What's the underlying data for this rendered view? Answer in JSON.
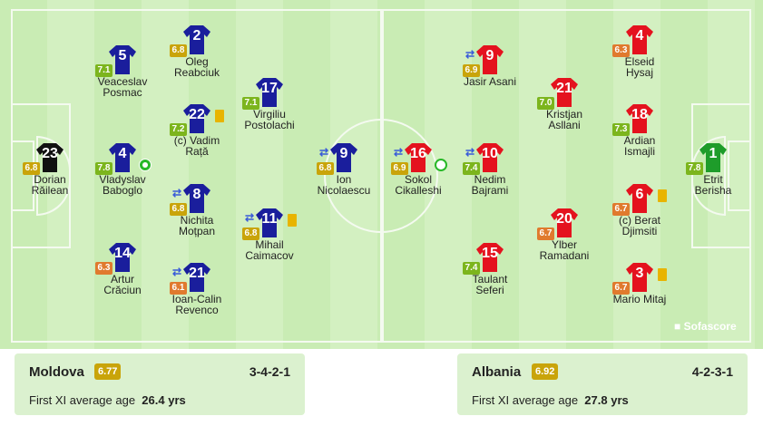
{
  "colors": {
    "moldova_shirt": "#1a1e9c",
    "albania_shirt": "#e4121e",
    "gk_moldova": "#111111",
    "gk_albania": "#1e9c2a",
    "rating_high": "#7cb51d",
    "rating_mid": "#c9a40a",
    "rating_low": "#e07a2e"
  },
  "moldova": {
    "name": "Moldova",
    "rating": "6.77",
    "formation": "3-4-2-1",
    "age_label": "First XI average age",
    "age_value": "26.4 yrs",
    "players": [
      {
        "num": "23",
        "name1": "Dorian",
        "name2": "Răilean",
        "rating": "6.8",
        "band": "mid",
        "gk": true,
        "sub": false,
        "card": false,
        "goal": false
      },
      {
        "num": "5",
        "name1": "Veaceslav",
        "name2": "Posmac",
        "rating": "7.1",
        "band": "high",
        "sub": false,
        "card": false,
        "goal": false
      },
      {
        "num": "4",
        "name1": "Vladyslav",
        "name2": "Baboglo",
        "rating": "7.8",
        "band": "high",
        "sub": false,
        "card": false,
        "goal": true
      },
      {
        "num": "14",
        "name1": "Artur",
        "name2": "Crăciun",
        "rating": "6.3",
        "band": "low",
        "sub": false,
        "card": false,
        "goal": false
      },
      {
        "num": "2",
        "name1": "Oleg",
        "name2": "Reabciuk",
        "rating": "6.8",
        "band": "mid",
        "sub": false,
        "card": false,
        "goal": false
      },
      {
        "num": "22",
        "name1": "(c) Vadim",
        "name2": "Rață",
        "rating": "7.2",
        "band": "high",
        "sub": false,
        "card": true,
        "goal": false
      },
      {
        "num": "8",
        "name1": "Nichita",
        "name2": "Moțpan",
        "rating": "6.8",
        "band": "mid",
        "sub": true,
        "card": false,
        "goal": false
      },
      {
        "num": "21",
        "name1": "Ioan-Calin",
        "name2": "Revenco",
        "rating": "6.1",
        "band": "low",
        "sub": true,
        "card": false,
        "goal": false
      },
      {
        "num": "17",
        "name1": "Virgiliu",
        "name2": "Postolachi",
        "rating": "7.1",
        "band": "high",
        "sub": false,
        "card": false,
        "goal": false
      },
      {
        "num": "11",
        "name1": "Mihail",
        "name2": "Caimacov",
        "rating": "6.8",
        "band": "mid",
        "sub": true,
        "card": true,
        "goal": false
      },
      {
        "num": "9",
        "name1": "Ion",
        "name2": "Nicolaescu",
        "rating": "6.8",
        "band": "mid",
        "sub": true,
        "card": false,
        "goal": false
      }
    ]
  },
  "albania": {
    "name": "Albania",
    "rating": "6.92",
    "formation": "4-2-3-1",
    "age_label": "First XI average age",
    "age_value": "27.8 yrs",
    "players": [
      {
        "num": "1",
        "name1": "Etrit",
        "name2": "Berisha",
        "rating": "7.8",
        "band": "high",
        "gk": true,
        "sub": false,
        "card": false,
        "goal": false
      },
      {
        "num": "4",
        "name1": "Elseid",
        "name2": "Hysaj",
        "rating": "6.3",
        "band": "low",
        "sub": false,
        "card": false,
        "goal": false
      },
      {
        "num": "18",
        "name1": "Ardian",
        "name2": "Ismajli",
        "rating": "7.3",
        "band": "high",
        "sub": false,
        "card": false,
        "goal": false
      },
      {
        "num": "6",
        "name1": "(c) Berat",
        "name2": "Djimsiti",
        "rating": "6.7",
        "band": "low",
        "sub": false,
        "card": true,
        "goal": false
      },
      {
        "num": "3",
        "name1": "Mario Mitaj",
        "name2": "",
        "rating": "6.7",
        "band": "low",
        "sub": false,
        "card": true,
        "goal": false
      },
      {
        "num": "21",
        "name1": "Kristjan",
        "name2": "Asllani",
        "rating": "7.0",
        "band": "high",
        "sub": false,
        "card": false,
        "goal": false
      },
      {
        "num": "20",
        "name1": "Ylber",
        "name2": "Ramadani",
        "rating": "6.7",
        "band": "low",
        "sub": false,
        "card": false,
        "goal": false
      },
      {
        "num": "9",
        "name1": "Jasir Asani",
        "name2": "",
        "rating": "6.9",
        "band": "mid",
        "sub": true,
        "card": false,
        "goal": false
      },
      {
        "num": "10",
        "name1": "Nedim",
        "name2": "Bajrami",
        "rating": "7.4",
        "band": "high",
        "sub": true,
        "card": false,
        "goal": false
      },
      {
        "num": "15",
        "name1": "Taulant",
        "name2": "Seferi",
        "rating": "7.4",
        "band": "high",
        "sub": false,
        "card": false,
        "goal": false
      },
      {
        "num": "16",
        "name1": "Sokol",
        "name2": "Cikalleshi",
        "rating": "6.9",
        "band": "mid",
        "sub": true,
        "card": false,
        "goal": false,
        "owngoal": true
      }
    ]
  },
  "brand": "Sofascore"
}
